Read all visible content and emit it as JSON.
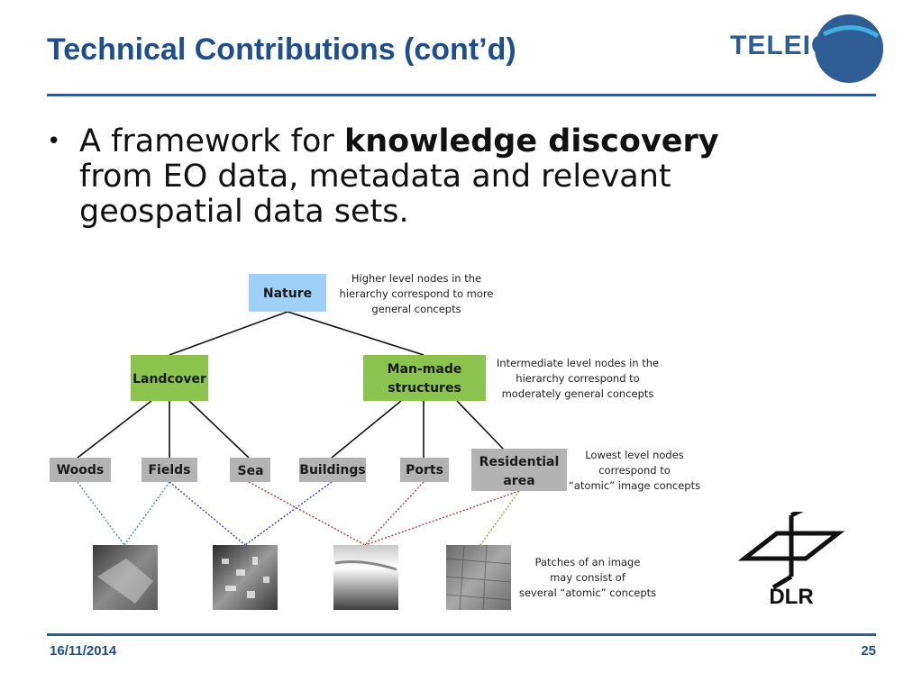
{
  "slide": {
    "title": "Technical Contributions (cont’d)",
    "logo_text": "TELEIOS",
    "bullet": {
      "pre": "A framework for ",
      "bold": "knowledge discovery",
      "post": "  from EO data, metadata and relevant geospatial data sets."
    },
    "footer": {
      "date": "16/11/2014",
      "page": "25"
    },
    "dlr_logo_text": "DLR"
  },
  "diagram": {
    "nodes": {
      "nature": "Nature",
      "landcover": "Landcover",
      "manmade_1": "Man-made",
      "manmade_2": "structures",
      "woods": "Woods",
      "fields": "Fields",
      "sea": "Sea",
      "buildings": "Buildings",
      "ports": "Ports",
      "residential_1": "Residential",
      "residential_2": "area"
    },
    "notes": {
      "higher": [
        "Higher level nodes in the",
        "hierarchy correspond to more",
        "general concepts"
      ],
      "intermediate": [
        "Intermediate level nodes in the",
        "hierarchy correspond to",
        "moderately general concepts"
      ],
      "lowest": [
        "Lowest level nodes",
        "correspond to",
        "“atomic” image concepts"
      ],
      "patches": [
        "Patches of an image",
        "may consist of",
        "several “atomic” concepts"
      ]
    },
    "colors": {
      "root": "#9fd0f7",
      "intermediate": "#8bc34f",
      "leaf": "#b3b3b3",
      "green_dots": "#2e9c8c",
      "blue_dots": "#3b3cb0",
      "red_dots": "#b33a3a",
      "olive_dots": "#9a9a2a"
    }
  }
}
